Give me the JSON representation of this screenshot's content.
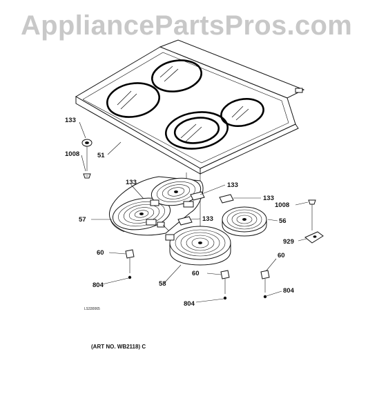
{
  "watermark": "AppliancePartsPros.com",
  "art_number": "(ART NO. WB2118) C",
  "diagram_code": "LS330065",
  "callouts": {
    "glass_left_screw_retainer": "133",
    "glass_left_screw": "1008",
    "cooktop_glass": "51",
    "dual_element_left_clip": "133",
    "right_rear_clip": "133",
    "right_clip": "133",
    "center_clip": "133",
    "dual_element": "57",
    "large_element": "58",
    "small_element": "56",
    "right_screw": "1008",
    "limiter_bracket": "929",
    "left_spacer": "60",
    "center_spacer": "60",
    "right_spacer": "60",
    "left_screw": "804",
    "center_screw": "804",
    "right_screw_bottom": "804"
  }
}
